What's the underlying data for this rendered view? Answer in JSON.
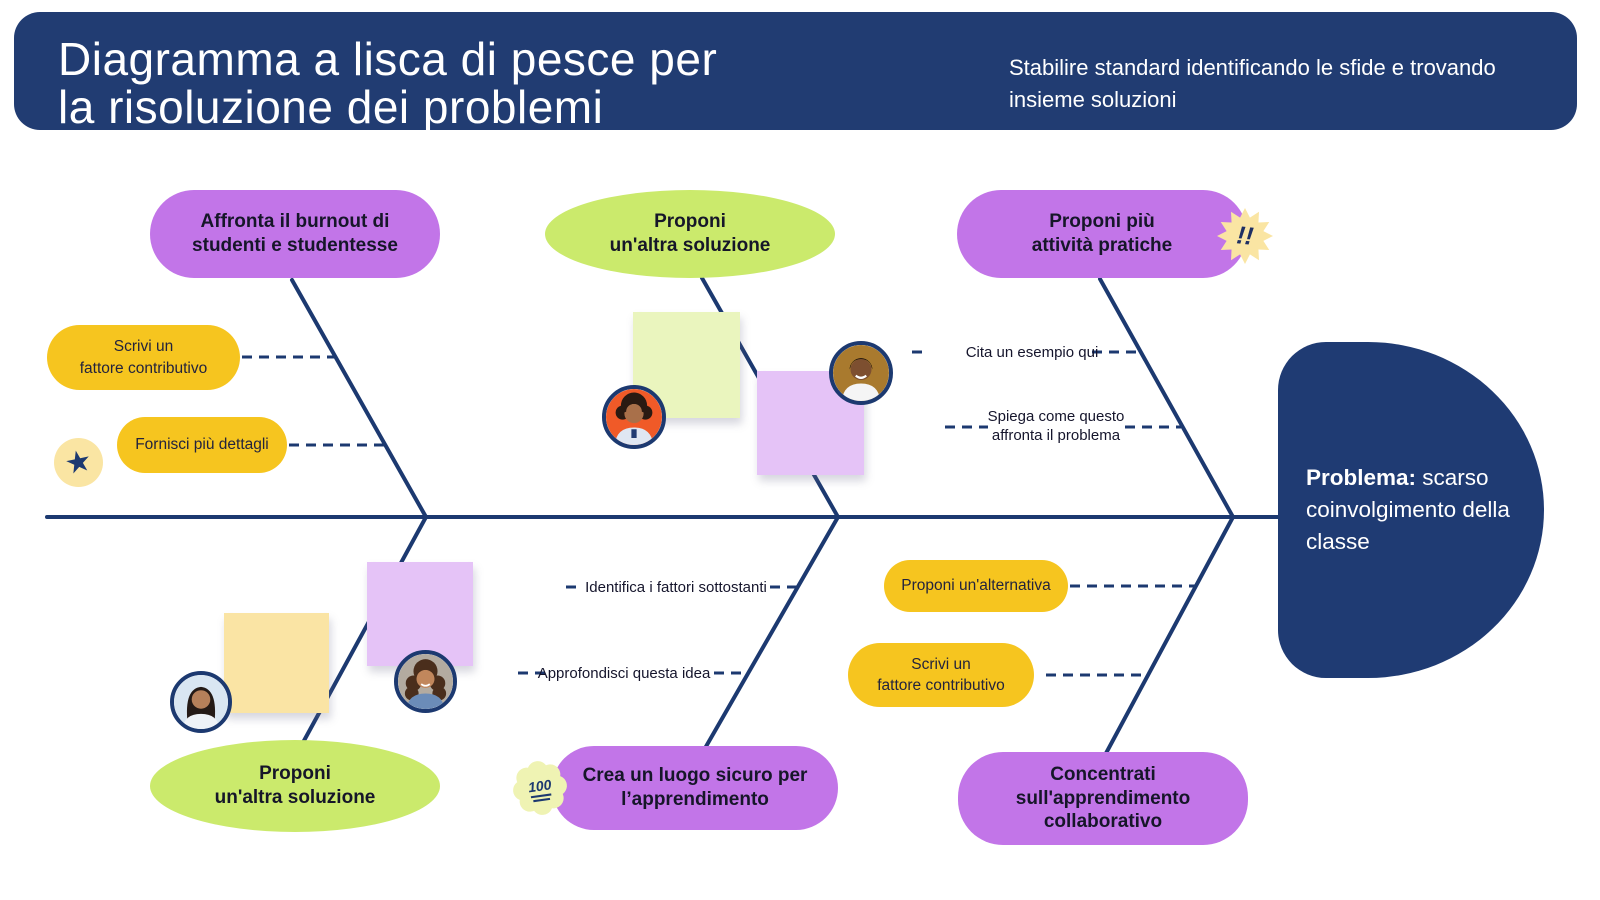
{
  "header": {
    "title": "Diagramma a lisca di pesce per\nla risoluzione dei problemi",
    "subtitle": "Stabilire standard identificando le sfide e trovando\ninsieme soluzioni"
  },
  "problem": {
    "prefix": "Problema:",
    "text": "scarso coinvolgimento della classe"
  },
  "causes": {
    "top_left": "Affronta il burnout di\nstudenti e studentesse",
    "top_mid": "Proponi\nun'altra soluzione",
    "top_right": "Proponi più\nattività pratiche",
    "bottom_left": "Proponi\nun'altra soluzione",
    "bottom_mid": "Crea un luogo sicuro per\nl’apprendimento",
    "bottom_right": "Concentrati\nsull'apprendimento\ncollaborativo"
  },
  "pills": {
    "contrib_top": "Scrivi un\nfattore contributivo",
    "details": "Fornisci più dettagli",
    "alternative": "Proponi un'alternativa",
    "contrib_bottom": "Scrivi un\nfattore contributivo"
  },
  "hints": {
    "cita": "Cita un esempio qui",
    "spiega": "Spiega come questo\naffronta il problema",
    "identifica": "Identifica i fattori sottostanti",
    "approfondisci": "Approfondisci questa idea"
  },
  "icons": {
    "star": "★",
    "exclamation": "!!",
    "hundred": "100"
  },
  "colors": {
    "navy": "#213C72",
    "line_navy": "#1C3970",
    "purple": "#C275E8",
    "lime": "#CBEA6C",
    "yellow": "#F6C51F",
    "pale_yellow": "#FAE5A3",
    "badge_lime": "#EFF3B3",
    "sticky_green": "#EAF5BE",
    "sticky_purple": "#E5C3F7",
    "sticky_yellow": "#FAE4A4"
  }
}
